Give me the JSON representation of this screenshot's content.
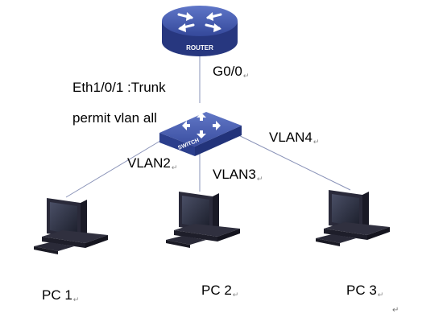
{
  "nodes": {
    "router": {
      "device_label": "ROUTER"
    },
    "switch": {
      "device_label": "SWITCH"
    },
    "pcs": [
      {
        "label": "PC 1"
      },
      {
        "label": "PC 2"
      },
      {
        "label": "PC 3"
      }
    ]
  },
  "links": {
    "router_port": "G0/0",
    "switch_port": "Eth1/0/1 :Trunk",
    "trunk_note": "permit vlan all",
    "vlans": [
      "VLAN2",
      "VLAN3",
      "VLAN4"
    ]
  },
  "colors": {
    "device_blue": "#2B3E8C",
    "device_light": "#5A6FC0",
    "pc_body": "#2A2A3A",
    "line": "#8A93B8"
  },
  "text_marks": {
    "paragraph_mark": "↵",
    "end_mark": "↵"
  }
}
